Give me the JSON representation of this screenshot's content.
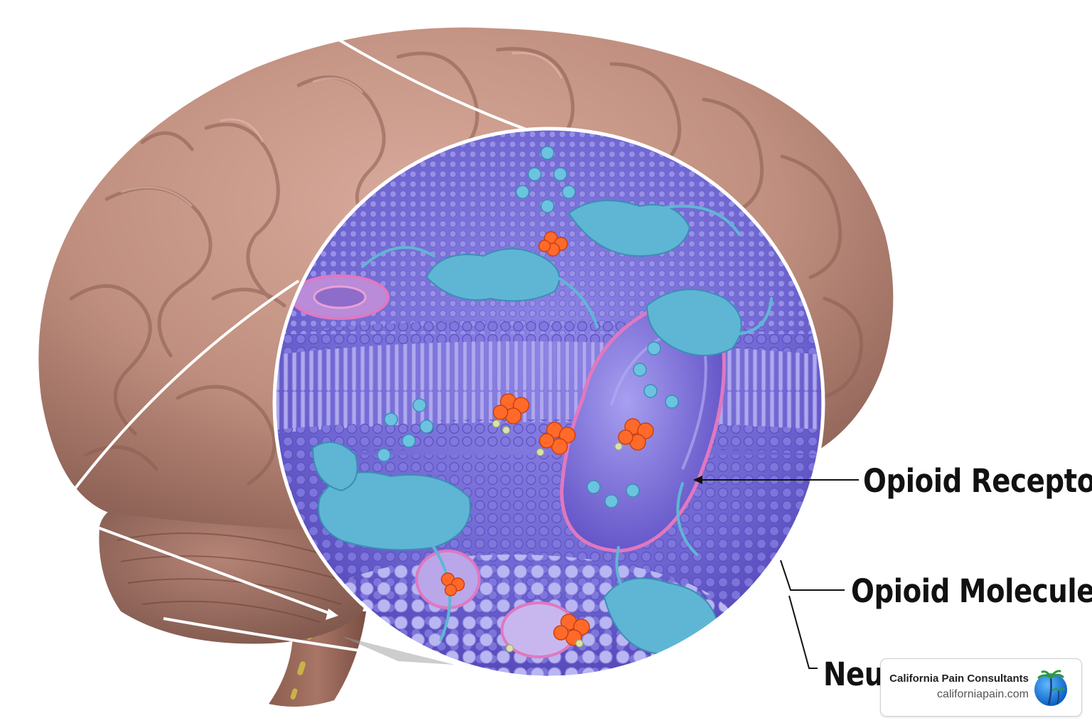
{
  "labels": {
    "opioid_receptor": "Opioid Receptor",
    "opioid_molecule": "Opioid Molecule",
    "neuron": "Neur"
  },
  "watermark": {
    "name": "California Pain Consultants",
    "url": "californiapain.com"
  },
  "colors": {
    "brain": "#c08f80",
    "membrane": "#8a7fd8",
    "receptor_protein": "#5fb6d4",
    "opioid_molecule": "#ff6a2b",
    "receptor_outline": "#e078c0"
  }
}
